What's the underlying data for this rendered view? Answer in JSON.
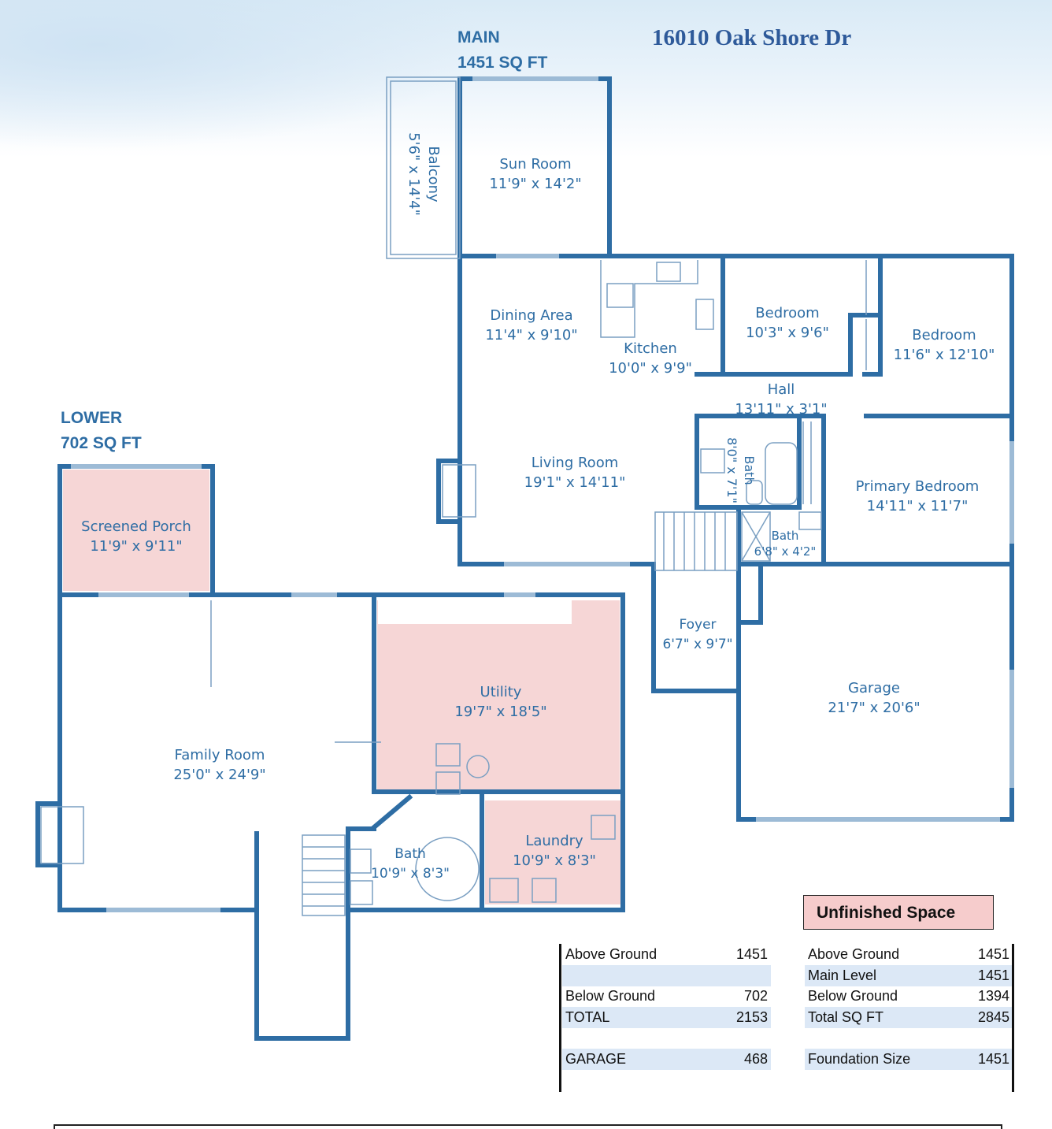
{
  "title": "16010 Oak Shore Dr",
  "levels": {
    "main": {
      "name": "MAIN",
      "area": "1451 SQ FT"
    },
    "lower": {
      "name": "LOWER",
      "area": "702 SQ FT"
    }
  },
  "rooms": {
    "sun_room": {
      "name": "Sun Room",
      "dims": "11'9\" x 14'2\""
    },
    "balcony": {
      "name": "Balcony",
      "dims": "5'6\" x 14'4\""
    },
    "dining": {
      "name": "Dining Area",
      "dims": "11'4\" x 9'10\""
    },
    "kitchen": {
      "name": "Kitchen",
      "dims": "10'0\" x 9'9\""
    },
    "bedroom1": {
      "name": "Bedroom",
      "dims": "10'3\" x 9'6\""
    },
    "bedroom2": {
      "name": "Bedroom",
      "dims": "11'6\" x 12'10\""
    },
    "hall": {
      "name": "Hall",
      "dims": "13'11\" x 3'1\""
    },
    "living": {
      "name": "Living Room",
      "dims": "19'1\" x 14'11\""
    },
    "bath_main": {
      "name": "Bath",
      "dims": "8'0\" x 7'1\""
    },
    "primary": {
      "name": "Primary Bedroom",
      "dims": "14'11\" x 11'7\""
    },
    "bath_primary": {
      "name": "Bath",
      "dims": "6'8\" x 4'2\""
    },
    "foyer": {
      "name": "Foyer",
      "dims": "6'7\" x 9'7\""
    },
    "garage": {
      "name": "Garage",
      "dims": "21'7\" x 20'6\""
    },
    "porch": {
      "name": "Screened Porch",
      "dims": "11'9\" x 9'11\""
    },
    "family": {
      "name": "Family Room",
      "dims": "25'0\" x 24'9\""
    },
    "utility": {
      "name": "Utility",
      "dims": "19'7\" x 18'5\""
    },
    "bath_lower": {
      "name": "Bath",
      "dims": "10'9\" x 8'3\""
    },
    "laundry": {
      "name": "Laundry",
      "dims": "10'9\" x 8'3\""
    }
  },
  "colors": {
    "wall": "#2e6da4",
    "unfinished": "#f6d6d6",
    "shade": "#dce8f6"
  },
  "legend": {
    "label": "Unfinished Space"
  },
  "table_left": [
    {
      "label": "Above Ground",
      "value": "1451"
    },
    {
      "label": "",
      "value": ""
    },
    {
      "label": "Below Ground",
      "value": "702"
    },
    {
      "label": "TOTAL",
      "value": "2153"
    },
    {
      "label": "",
      "value": ""
    },
    {
      "label": "GARAGE",
      "value": "468"
    }
  ],
  "table_right": [
    {
      "label": "Above Ground",
      "value": "1451"
    },
    {
      "label": "Main Level",
      "value": "1451"
    },
    {
      "label": "Below Ground",
      "value": "1394"
    },
    {
      "label": "Total SQ FT",
      "value": "2845"
    },
    {
      "label": "",
      "value": ""
    },
    {
      "label": "Foundation Size",
      "value": "1451"
    }
  ]
}
